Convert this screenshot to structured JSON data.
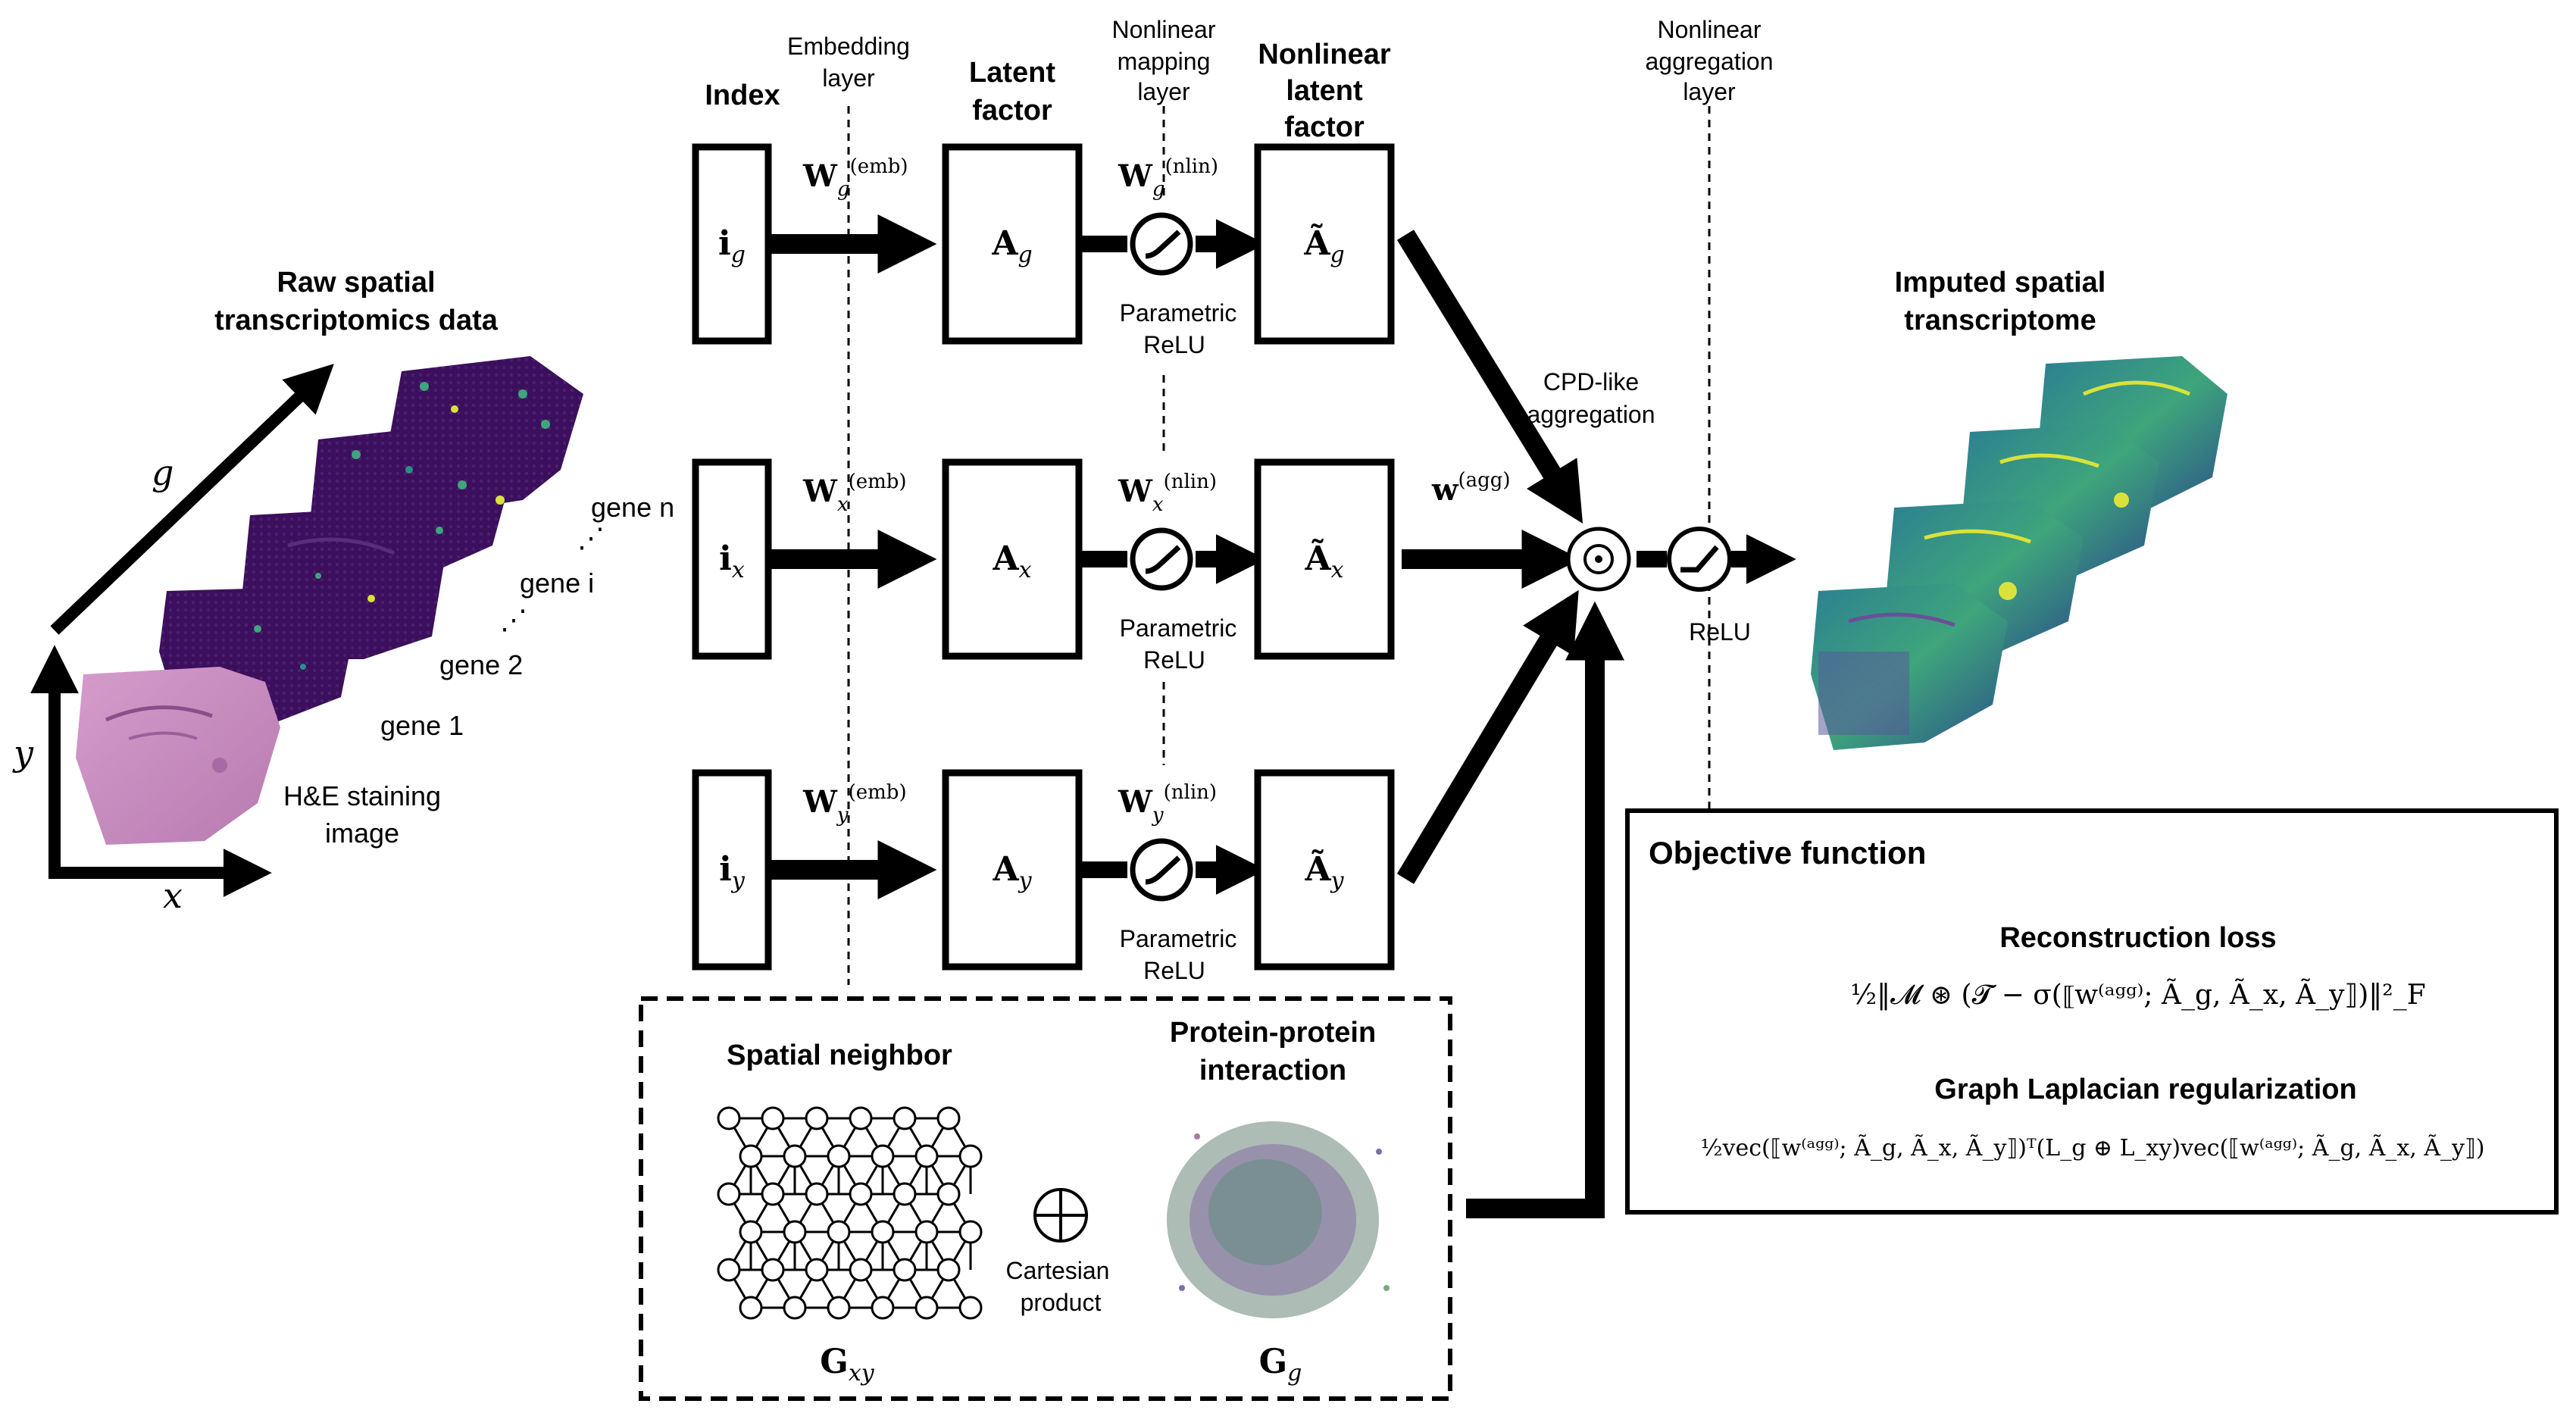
{
  "left_panel": {
    "title_line1": "Raw spatial",
    "title_line2": "transcriptomics data",
    "axis_g": "g",
    "axis_y": "y",
    "axis_x": "x",
    "gene_n": "gene n",
    "gene_i": "gene i",
    "gene_2": "gene 2",
    "gene_1": "gene 1",
    "he_line1": "H&E staining",
    "he_line2": "image"
  },
  "layers": {
    "embedding_line1": "Embedding",
    "embedding_line2": "layer",
    "nonlinear_map_line1": "Nonlinear",
    "nonlinear_map_line2": "mapping",
    "nonlinear_map_line3": "layer",
    "nonlinear_agg_line1": "Nonlinear",
    "nonlinear_agg_line2": "aggregation",
    "nonlinear_agg_line3": "layer"
  },
  "column_headers": {
    "index": "Index",
    "latent_line1": "Latent",
    "latent_line2": "factor",
    "nl_latent_line1": "Nonlinear",
    "nl_latent_line2": "latent",
    "nl_latent_line3": "factor"
  },
  "rows": [
    {
      "index": "i",
      "sub": "g",
      "latent": "A",
      "nl_latent": "Ã",
      "w_emb": "W",
      "w_nlin": "W",
      "w_emb_sup": "(emb)",
      "w_nlin_sup": "(nlin)",
      "relu_line1": "Parametric",
      "relu_line2": "ReLU"
    },
    {
      "index": "i",
      "sub": "x",
      "latent": "A",
      "nl_latent": "Ã",
      "w_emb": "W",
      "w_nlin": "W",
      "w_emb_sup": "(emb)",
      "w_nlin_sup": "(nlin)",
      "relu_line1": "Parametric",
      "relu_line2": "ReLU"
    },
    {
      "index": "i",
      "sub": "y",
      "latent": "A",
      "nl_latent": "Ã",
      "w_emb": "W",
      "w_nlin": "W",
      "w_emb_sup": "(emb)",
      "w_nlin_sup": "(nlin)",
      "relu_line1": "Parametric",
      "relu_line2": "ReLU"
    }
  ],
  "aggregation": {
    "cpd_line1": "CPD-like",
    "cpd_line2": "aggregation",
    "w_agg": "w",
    "w_agg_sup": "(agg)",
    "odot": "⊙",
    "relu": "ReLU"
  },
  "right_panel": {
    "title_line1": "Imputed spatial",
    "title_line2": "transcriptome"
  },
  "objective": {
    "title": "Objective function",
    "recon_title": "Reconstruction loss",
    "recon_formula": "½‖𝓜 ⊛ (𝓣 − σ(⟦w⁽ᵃᵍᵍ⁾; Ã_g, Ã_x, Ã_y⟧)‖²_F",
    "graph_title": "Graph Laplacian regularization",
    "graph_formula": "½vec(⟦w⁽ᵃᵍᵍ⁾; Ã_g, Ã_x, Ã_y⟧)ᵀ(L_g ⊕ L_xy)vec(⟦w⁽ᵃᵍᵍ⁾; Ã_g, Ã_x, Ã_y⟧)"
  },
  "graph_box": {
    "spatial_title": "Spatial neighbor",
    "ppi_line1": "Protein-protein",
    "ppi_line2": "interaction",
    "oplus": "⊕",
    "cartesian_line1": "Cartesian",
    "cartesian_line2": "product",
    "g_xy": "G",
    "g_xy_sub": "xy",
    "g_g": "G",
    "g_g_sub": "g"
  },
  "colors": {
    "ink": "#000000",
    "he_pink": "#c98bbf",
    "dark_purple": "#3b0f5c",
    "teal": "#2a8f8a",
    "yellow": "#d8e23a"
  }
}
